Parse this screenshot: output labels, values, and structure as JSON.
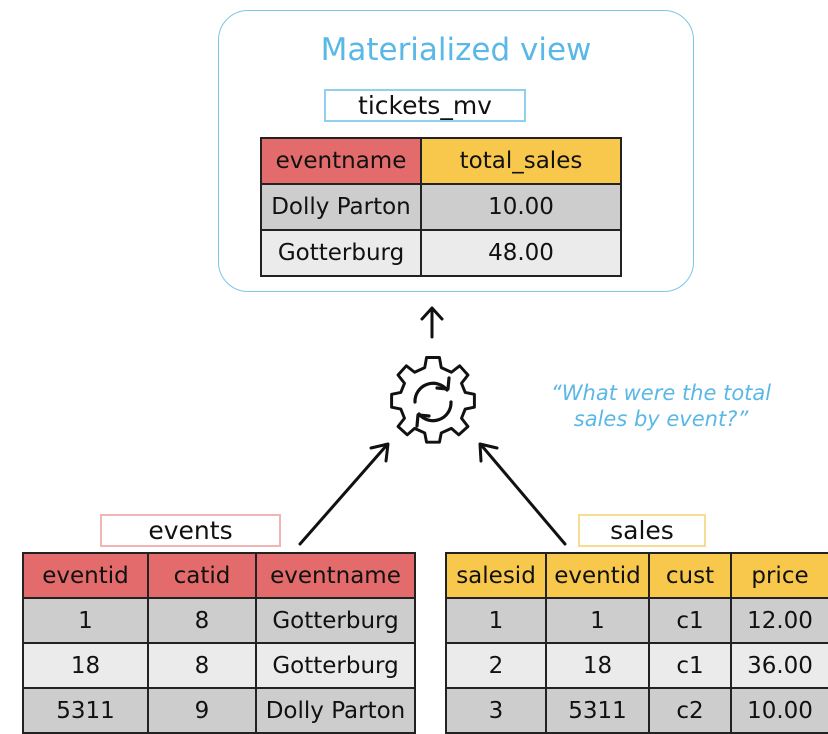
{
  "materialized_view": {
    "title": "Materialized view",
    "name": "tickets_mv",
    "columns": [
      "eventname",
      "total_sales"
    ],
    "rows": [
      [
        "Dolly Parton",
        "10.00"
      ],
      [
        "Gotterburg",
        "48.00"
      ]
    ]
  },
  "question": {
    "line1": "“What were the total",
    "line2": "sales by event?”"
  },
  "events": {
    "name": "events",
    "columns": [
      "eventid",
      "catid",
      "eventname"
    ],
    "rows": [
      [
        "1",
        "8",
        "Gotterburg"
      ],
      [
        "18",
        "8",
        "Gotterburg"
      ],
      [
        "5311",
        "9",
        "Dolly Parton"
      ]
    ]
  },
  "sales": {
    "name": "sales",
    "columns": [
      "salesid",
      "eventid",
      "cust",
      "price"
    ],
    "rows": [
      [
        "1",
        "1",
        "c1",
        "12.00"
      ],
      [
        "2",
        "18",
        "c1",
        "36.00"
      ],
      [
        "3",
        "5311",
        "c2",
        "10.00"
      ]
    ]
  },
  "colors": {
    "accent_blue": "#5ab8e6",
    "header_red": "#e36b6b",
    "header_yellow": "#f7c84b"
  },
  "icons": [
    "refresh-gear-icon",
    "arrow-up-icon"
  ]
}
